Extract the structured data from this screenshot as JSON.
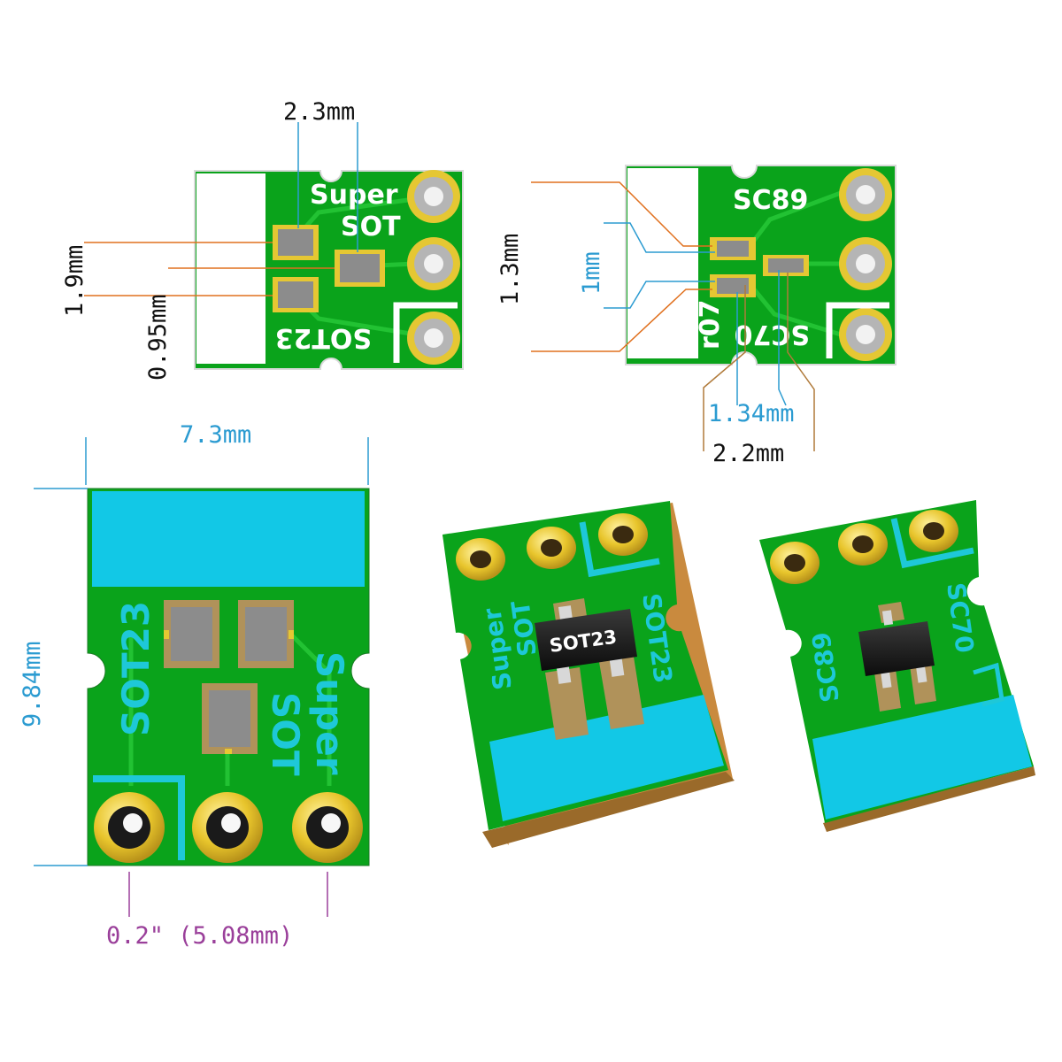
{
  "colors": {
    "board": "#0aa31b",
    "board_dark": "#07821a",
    "board_edge": "#c98a3e",
    "pad_gold": "#e5c733",
    "pad_gray": "#8c8c8c",
    "silk_white": "#ffffff",
    "silk_cyan": "#1ec8d8",
    "cutout_cyan": "#12c8e6",
    "chip_black": "#1a1a1a",
    "dim_black": "#111111",
    "dim_blue": "#2b9bd1",
    "dim_orange": "#e0701e",
    "dim_purple": "#9a3f9a",
    "dim_tan": "#b07a3a"
  },
  "top_left_board": {
    "silk_super": "Super",
    "silk_sot": "SOT",
    "silk_sot23": "SOT23",
    "dim_width": "2.3mm",
    "dim_pitch": "1.9mm",
    "dim_pad": "0.95mm"
  },
  "top_right_board": {
    "silk_sc89": "SC89",
    "silk_sc70": "SC70",
    "silk_rev": "r07",
    "dim_height": "1.3mm",
    "dim_pitch": "1mm",
    "dim_span_inner": "1.34mm",
    "dim_span_outer": "2.2mm"
  },
  "big_board": {
    "silk_sot23": "SOT23",
    "silk_super": "Super",
    "silk_sot": "SOT",
    "dim_width": "7.3mm",
    "dim_height": "9.84mm",
    "dim_pitch": "0.2\" (5.08mm)"
  },
  "render_sot23": {
    "silk_super": "Super",
    "silk_sot": "SOT",
    "silk_sot23": "SOT23",
    "chip_label": "SOT23"
  },
  "render_sc89": {
    "silk_sc89": "SC89",
    "silk_sc70": "SC70"
  }
}
